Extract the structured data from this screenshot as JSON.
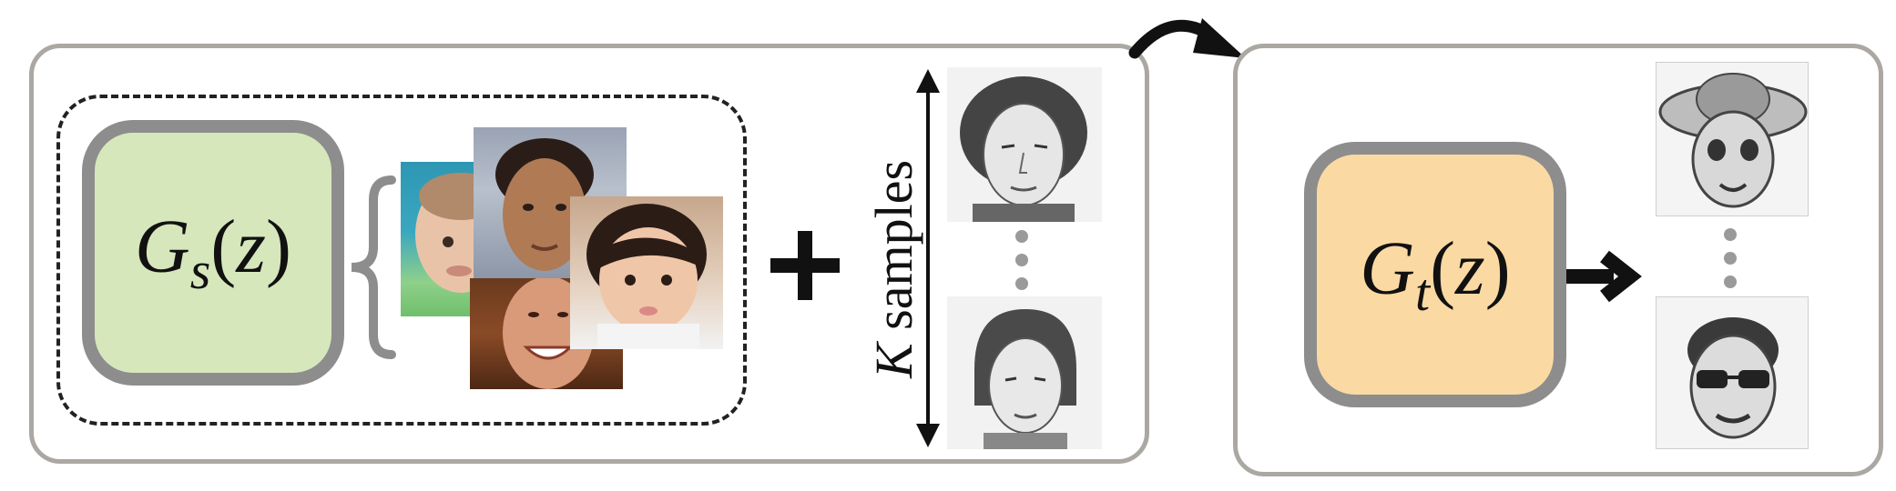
{
  "source_panel": {
    "generator_label": {
      "main": "G",
      "subscript": "s",
      "open_paren": "(",
      "variable": "z",
      "close_paren": ")"
    },
    "generator_color": "#d6e7bb",
    "source_samples": [
      "baby-face-photo",
      "woman-face-photo",
      "smiling-woman-photo",
      "toddler-face-photo"
    ],
    "plus_symbol": "+",
    "k_samples": {
      "k": "K",
      "text": " samples"
    },
    "target_examples": [
      "sketch-woman-curly-hair",
      "sketch-woman-bob-hair"
    ]
  },
  "adapt_arrow_icon": "curved-arrow-icon",
  "target_panel": {
    "generator_label": {
      "main": "G",
      "subscript": "t",
      "open_paren": "(",
      "variable": "z",
      "close_paren": ")"
    },
    "generator_color": "#fbd9a3",
    "output_arrow_icon": "right-arrow-icon",
    "generated_samples": [
      "sketch-man-with-hat",
      "sketch-man-with-sunglasses"
    ]
  },
  "colors": {
    "panel_border": "#aba7a2",
    "generator_border": "#8d8d8d",
    "ink": "#111111"
  }
}
